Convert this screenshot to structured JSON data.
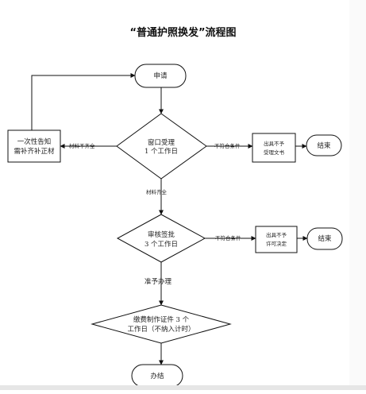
{
  "title": "“普通护照换发”流程图",
  "nodes": {
    "apply": "申请",
    "window_line1": "窗口受理",
    "window_line2": "1 个工作日",
    "notify_line1": "一次性告知",
    "notify_line2": "需补齐补正材",
    "reject_doc_line1": "出具不予",
    "reject_doc_line2": "受理文书",
    "end1": "结束",
    "review_line1": "审核签批",
    "review_line2": "3 个工作日",
    "permit_line1": "出具不予",
    "permit_line2": "许可决定",
    "end2": "结束",
    "fee_line1": "缴费制作证件 3 个",
    "fee_line2": "工作日（不纳入计时）",
    "done": "办结"
  },
  "edges": {
    "incomplete": "材料不齐全",
    "not_met_1": "不符合条件",
    "complete": "材料齐全",
    "not_met_2": "不符合条件",
    "approved": "准予办理"
  }
}
